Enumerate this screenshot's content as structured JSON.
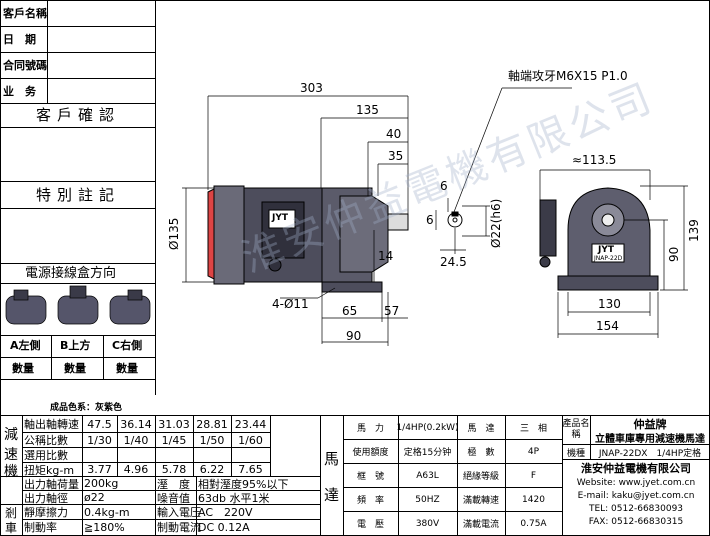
{
  "left_panel": {
    "customer_name": "客戶名稱",
    "date": "日　期",
    "contract_no": "合同號碼",
    "sales": "业　务",
    "customer_confirm": "客戶確認",
    "special_note": "特別註記",
    "junction_box_direction": "電源接線盒方向",
    "directions": [
      "A左側",
      "B上方",
      "C右側"
    ],
    "quantity": "數量"
  },
  "drawing": {
    "dims": {
      "d303": "303",
      "d135": "135",
      "d40": "40",
      "d35": "35",
      "dia135": "Ø135",
      "d6a": "6",
      "d6b": "6",
      "dia22": "Ø22(h6)",
      "d14": "14",
      "d24_5": "24.5",
      "holes": "4-Ø11",
      "d65": "65",
      "d57": "57",
      "d90": "90",
      "d113_5": "≈113.5",
      "d139": "139",
      "d90v": "90",
      "d130": "130",
      "d154": "154"
    },
    "shaft_note": "軸端攻牙M6X15 P1.0",
    "nameplate_logo": "JYT",
    "nameplate_model": "JNAP-22D"
  },
  "finish_color": "成品色系：灰紫色",
  "reducer_table": {
    "side_label": [
      "減",
      "速",
      "機"
    ],
    "rows": [
      {
        "label": "軸出軸轉速",
        "values": [
          "47.5",
          "36.14",
          "31.03",
          "28.81",
          "23.44"
        ]
      },
      {
        "label": "公稱比數",
        "values": [
          "1/30",
          "1/40",
          "1/45",
          "1/50",
          "1/60"
        ]
      },
      {
        "label": "選用比數",
        "values": [
          "",
          "",
          "",
          "",
          ""
        ]
      },
      {
        "label": "扭矩kg-m",
        "values": [
          "3.77",
          "4.96",
          "5.78",
          "6.22",
          "7.65"
        ]
      }
    ],
    "extra": [
      {
        "label": "出力軸荷量",
        "value": "200kg",
        "label2": "溼　度",
        "value2": "相對溼度95%以下"
      },
      {
        "label": "出力軸徑",
        "value": "ø22",
        "label2": "噪音值",
        "value2": "63db 水平1米"
      }
    ]
  },
  "brake_table": {
    "side_label": [
      "剎",
      "車"
    ],
    "rows": [
      {
        "label": "靜摩擦力",
        "value": "0.4kg-m",
        "label2": "輸入電压",
        "value2": "AC　220V"
      },
      {
        "label": "制動率",
        "value": "≧180%",
        "label2": "制動電流",
        "value2": "DC 0.12A"
      }
    ]
  },
  "motor_table": {
    "side_label": [
      "馬",
      "達"
    ],
    "rows": [
      {
        "k1": "馬　力",
        "v1": "1/4HP(0.2kW)",
        "k2": "馬　達",
        "v2": "三　相"
      },
      {
        "k1": "使用額度",
        "v1": "定格15分钟",
        "k2": "極　數",
        "v2": "4P"
      },
      {
        "k1": "框　號",
        "v1": "A63L",
        "k2": "絕緣等級",
        "v2": "F"
      },
      {
        "k1": "頻　率",
        "v1": "50HZ",
        "k2": "滿載轉速",
        "v2": "1420"
      },
      {
        "k1": "電　壓",
        "v1": "380V",
        "k2": "滿載電流",
        "v2": "0.75A"
      }
    ]
  },
  "product_box": {
    "product_name_label": "產品名稱",
    "brand": "仲益牌",
    "product_name": "立體車庫專用減速機馬達",
    "model_label": "機種",
    "model": "JNAP-22DX　1/4HP定格",
    "company": "淮安仲益電機有限公司",
    "website": "Website: www.jyet.com.cn",
    "email": "E-mail: kaku@jyet.com.cn",
    "tel": "TEL: 0512-66830093",
    "fax": "FAX: 0512-66830315"
  },
  "watermark": "淮安仲益電機有限公司"
}
